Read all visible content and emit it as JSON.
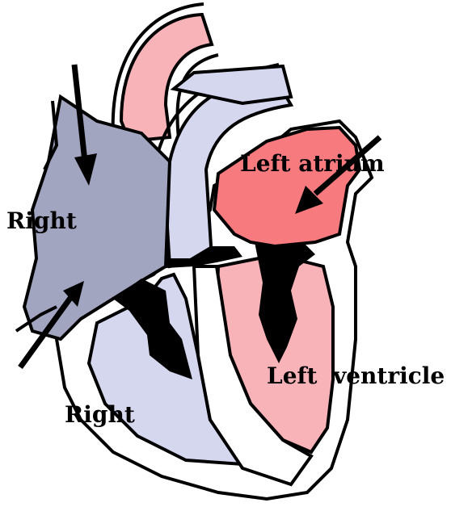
{
  "labels": {
    "left_atrium": "Left atrium",
    "right_atrium": "Right",
    "left_ventricle": "Left  ventricle",
    "right_ventricle": "Right"
  },
  "colors": {
    "right_side_blood": "#a2a5bf",
    "right_ventricle_fill": "#d5d7ee",
    "aorta_fill": "#f7b3b8",
    "left_atrium_fill": "#f77a7f",
    "left_ventricle_fill": "#f7b3b8",
    "outline": "#000000",
    "wall": "#ffffff"
  }
}
